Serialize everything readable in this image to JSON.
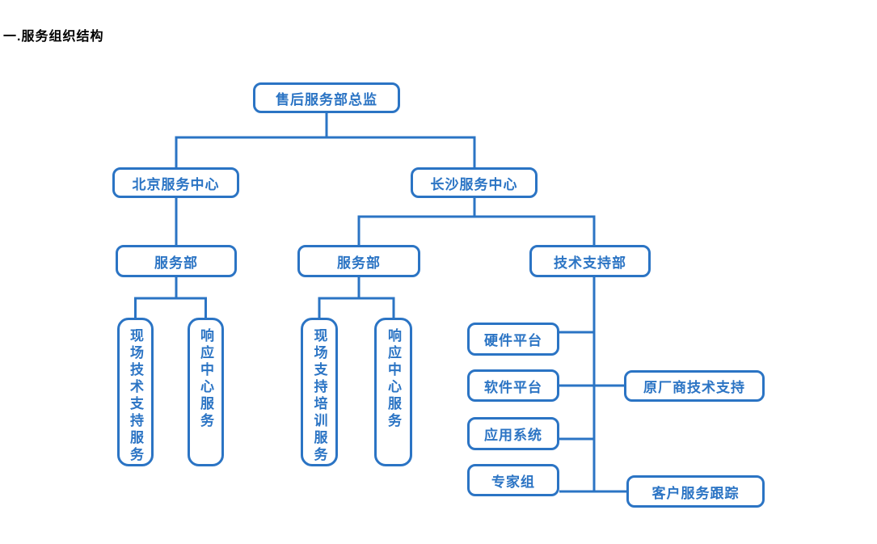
{
  "page": {
    "heading": "一.服务组织结构"
  },
  "colors": {
    "accent": "#2B74C4",
    "heading_text": "#000000",
    "canvas_background": "#FFFFFF"
  },
  "org": {
    "root": "售后服务部总监",
    "centers": [
      {
        "name": "北京服务中心",
        "departments": [
          {
            "name": "服务部",
            "teams": [
              "现场技术支持服务",
              "响应中心服务"
            ]
          }
        ]
      },
      {
        "name": "长沙服务中心",
        "departments": [
          {
            "name": "服务部",
            "teams": [
              "现场支持培训服务",
              "响应中心服务"
            ]
          },
          {
            "name": "技术支持部",
            "teams": [
              "硬件平台",
              "软件平台",
              "应用系统",
              "专家组"
            ],
            "linked_units": [
              "原厂商技术支持",
              "客户服务跟踪"
            ]
          }
        ]
      }
    ]
  }
}
